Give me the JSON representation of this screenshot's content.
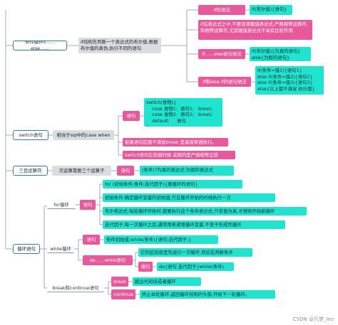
{
  "watermark": "CSDN @凡梦_leo",
  "branches": {
    "if": {
      "topic": "条件循环if……else……",
      "desc": "if结构先判断一个表达式的布尔值,根据布尔值的真伪,执行不同的语句",
      "syntax_label": "if的语法",
      "syntax_text": "if(布尔值){语句}",
      "note_text": "if后表达式之中,不要混淆赋值表达式,严格相等运算符,和相等运算符,尤其赋值表达式不具有比较作用",
      "else_label": "if……else语句语法",
      "else_text": "if(布尔值){为真的语句}\nelse{为假的语句}",
      "elseif_label": "if和else if的语句语法",
      "elseif_text": "if(条件=值1){语句1}\nelse if(条件=值2){语句2}\nelse if(条件=值3){语句3}\nelse{以上都不满足 执行我}"
    },
    "switch": {
      "topic": "switch语句",
      "desc": "相当于sql中的case when",
      "syntax_label": "语句",
      "syntax_text": "switch(食物){\n    case 食物1:  语句1;   break;\n    case 食物2:  语句2;   break;\n    default:     语句\n}",
      "note1": "如果语句后面不添加break 是直接穿透执行。",
      "note2": "switch语句比较值时候 采用的是严格相等比较"
    },
    "ternary": {
      "topic": "三目运算符",
      "desc": "次运算需要三个运算子",
      "label": "语句",
      "text": "(条件)?为真的表达式:为假的表达式"
    },
    "loop": {
      "topic": "循环语句",
      "for_topic": "for循环",
      "for_label": "语句",
      "for_syntax": "for (初始条件;条件;迭代因子){要循环的语句}",
      "for_init": "初始条件:确定循环变量的初始值,只在循环开始的时候执行一次",
      "for_cond": "布尔表达式:每轮循环开始时,都要执行这个条件表达式,只有值为真,才继续开始新循环",
      "for_iter": "迭代因子:每一次循环之后,通常用来递增循环变量,不至于形成死循环",
      "while_topic": "while循环",
      "while_label": "语句",
      "while_syntax": "条件初始值;while(条件){语句;迭代因子;}",
      "dowhile_label": "do……while语句",
      "dowhile_note": "它的区别就是先运行一次循环,然后在判断条件",
      "dowhile_label2": "语句",
      "dowhile_syntax": "do{语句 迭代因子}while(条件)",
      "break_topic": "break和continue语句",
      "break_label": "break",
      "break_text": "跳出代码块或者循环",
      "continue_label": "continue",
      "continue_text": "终止本轮循环,返回循环结构的头部,开始下一轮循环。"
    }
  },
  "colors": {
    "line": "#8b96a0",
    "topic_border": "#2e7fb8",
    "pink": "#e9589a",
    "cyan": "#1ee4d0",
    "gray": "#d9dde1"
  }
}
